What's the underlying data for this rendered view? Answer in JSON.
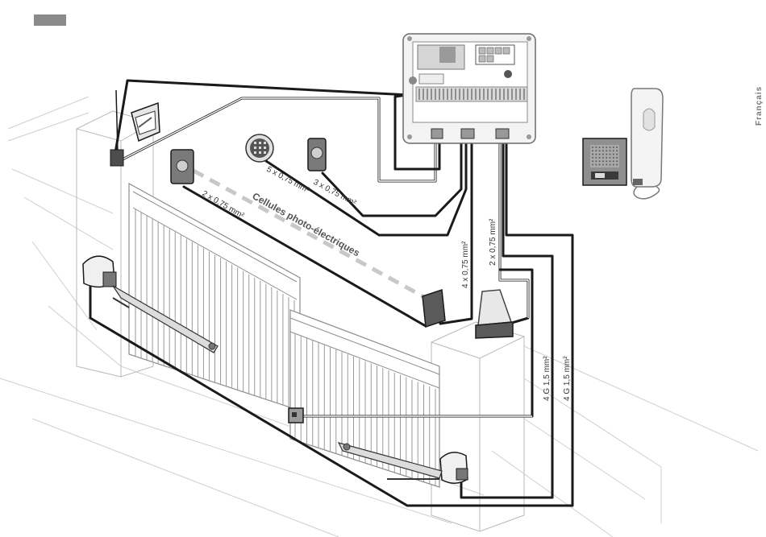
{
  "labels": {
    "cells_title": "Cellules photo-électriques",
    "wire_cell": "2 x 0,75 mm²",
    "wire_keypad": "5 x 0,75 mm²",
    "wire_button": "3 x 0,75 mm²",
    "wire_4x": "4 x 0,75 mm²",
    "wire_2x": "2 x 0,75 mm²",
    "wire_4g_a": "4 G 1,5 mm²",
    "wire_4g_b": "4 G 1,5 mm²",
    "language": "Français"
  },
  "colors": {
    "wire": "#1a1a1a",
    "dashed_beam": "#c8c8c8",
    "device_dark": "#5a5a5a",
    "control_box": "#f3f3f3"
  }
}
